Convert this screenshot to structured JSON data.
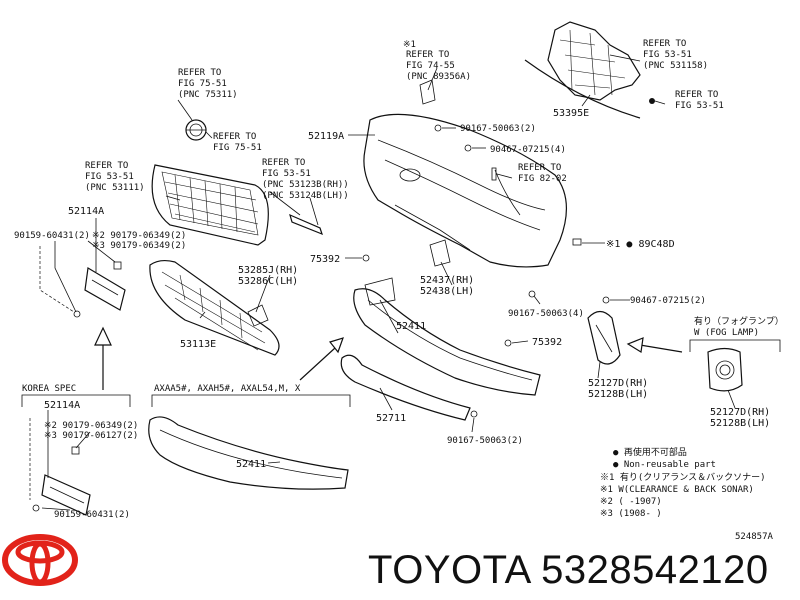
{
  "refs": {
    "fig75_51_pnc": [
      "REFER TO",
      "FIG 75-51",
      "(PNC 75311)"
    ],
    "fig75_51": [
      "REFER TO",
      "FIG 75-51"
    ],
    "fig74_55": [
      "※1",
      "REFER TO",
      "FIG 74-55",
      "(PNC 89356A)"
    ],
    "fig53_51_531158": [
      "REFER TO",
      "FIG 53-51",
      "(PNC 531158)"
    ],
    "fig53_51_right": [
      "REFER TO",
      "FIG 53-51"
    ],
    "fig53_51_53111": [
      "REFER TO",
      "FIG 53-51",
      "(PNC 53111)"
    ],
    "fig53_51_53123": [
      "REFER TO",
      "FIG 53-51",
      "(PNC 53123B(RH))",
      "(PNC 53124B(LH))"
    ],
    "fig82_02": [
      "REFER TO",
      "FIG 82-02"
    ]
  },
  "parts": {
    "p52119A": "52119A",
    "p53395E": "53395E",
    "p90167_a": "90167-50063(2)",
    "p90467_a": "90467-07215(4)",
    "p52114A_top": "52114A",
    "p90159_top": "90159-60431(2)",
    "p90179_06349a": "※2 90179-06349(2)",
    "p90179_06349b": "※3 90179-06349(2)",
    "p75392_a": "75392",
    "p53285J": "53285J(RH)",
    "p53286C": "53286C(LH)",
    "p52437": "52437(RH)",
    "p52438": "52438(LH)",
    "p89C48D": "※1 ● 89C48D",
    "p90167_b": "90167-50063(4)",
    "p90467_b": "90467-07215(2)",
    "p52411_a": "52411",
    "p75392_b": "75392",
    "p53113E": "53113E",
    "p52127D_a": "52127D(RH)",
    "p52128B_a": "52128B(LH)",
    "p52711": "52711",
    "p90167_c": "90167-50063(2)",
    "p52114A_bot": "52114A",
    "p90179_06349c": "※2 90179-06349(2)",
    "p90179_06127": "※3 90179-06127(2)",
    "p90159_bot": "90159-60431(2)",
    "p52411_b": "52411",
    "p52127D_b": "52127D(RH)",
    "p52128B_b": "52128B(LH)"
  },
  "sections": {
    "korea": "KOREA SPEC",
    "axaa": "AXAA5#, AXAH5#, AXAL54,M, X",
    "fog": [
      "有り（フォグランプ）",
      "W (FOG LAMP)"
    ]
  },
  "legend": [
    "● 再使用不可部品",
    "● Non-reusable part",
    "※1 有り(クリアランス＆バックソナー)",
    "※1 W(CLEARANCE & BACK SONAR)",
    "※2 (      -1907)",
    "※3 (1908-      )"
  ],
  "diagram_code": "524857A",
  "brand_text": "TOYOTA 5328542120"
}
